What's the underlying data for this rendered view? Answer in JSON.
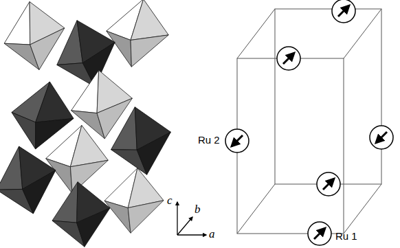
{
  "diagram": {
    "labels": [
      "Ru 2",
      "Ru 1",
      "c",
      "b",
      "a"
    ]
  }
}
